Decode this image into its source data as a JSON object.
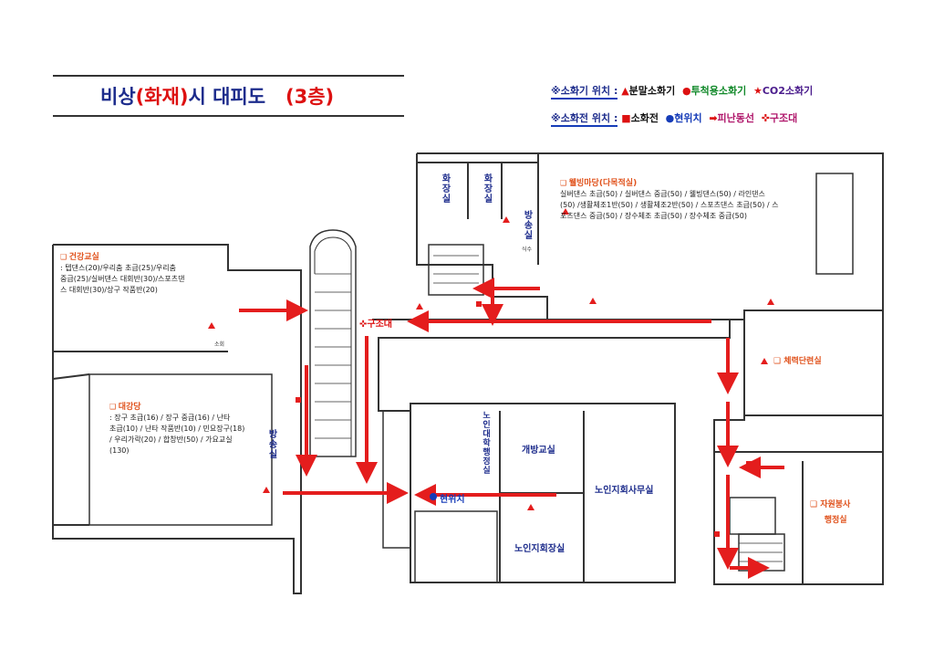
{
  "title": {
    "prefix": "비상",
    "highlight": "(화재)",
    "suffix": "시 대피도",
    "floor": "(3층)"
  },
  "legend": {
    "row1": {
      "label": "※소화기 위치 :",
      "items": [
        "분말소화기",
        "투척용소화기",
        "CO2소화기"
      ]
    },
    "row2": {
      "label": "※소화전 위치 :",
      "items": [
        "소화전",
        "현위치",
        "피난동선",
        "구조대"
      ]
    }
  },
  "colors": {
    "route": "#e41d1d",
    "title": "#1d2c8c",
    "room_header": "#e0521c",
    "wall": "#333333"
  },
  "rooms": {
    "health": {
      "name": "건강교실",
      "desc": [
        ": 텝댄스(20)/우리춤 초급(25)/우리춤",
        "중급(25)/실버댄스 대회반(30)/스포츠댄",
        "스 대회반(30)/상구 작품반(20)"
      ]
    },
    "auditorium": {
      "name": "대강당",
      "desc": [
        ": 장구 초급(16) / 장구 중급(16) / 난타",
        "초급(10) / 난타 작품반(10) / 민요장구(18)",
        "/ 우리가락(20) / 합창반(50) / 가요교실",
        "(130)"
      ]
    },
    "wellbeing": {
      "name": "웰빙마당(다목적실)",
      "desc": [
        "실버댄스 초급(50) / 실버댄스 중급(50) / 웰빙댄스(50) / 라인댄스",
        "(50) /생활체조1반(50) / 생활체조2반(50) / 스포츠댄스 초급(50) / 스",
        "포츠댄스 중급(50) / 장수체조 초급(50) / 장수체조 중급(50)"
      ]
    },
    "fitness": "체력단련실",
    "volunteer_1": "자원봉사",
    "volunteer_2": "행정실",
    "open_class": "개방교실",
    "office": "노인지회사무실",
    "conference": "노인지회장실",
    "waiting": "노인대학행정실",
    "restroom_1": "화장실",
    "restroom_2": "화장실",
    "broadcast_1": "방송실",
    "broadcast_2": "방송실"
  },
  "markers": {
    "rescue": "구조대",
    "current": "현위치"
  },
  "tags": {
    "gradient_1": "소회",
    "gradient_2": "식수"
  }
}
